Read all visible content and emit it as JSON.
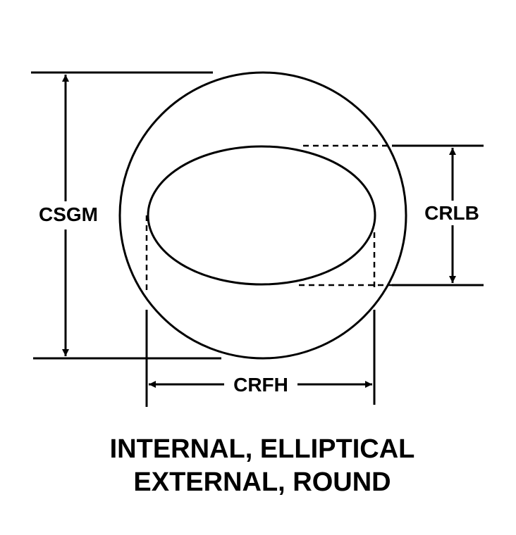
{
  "diagram": {
    "dimensions": {
      "outer_diameter": "CSGM",
      "minor_axis": "CRLB",
      "major_axis": "CRFH"
    },
    "caption": {
      "line1": "INTERNAL, ELLIPTICAL",
      "line2": "EXTERNAL, ROUND"
    },
    "colors": {
      "ink": "#000000",
      "background": "#ffffff"
    }
  }
}
